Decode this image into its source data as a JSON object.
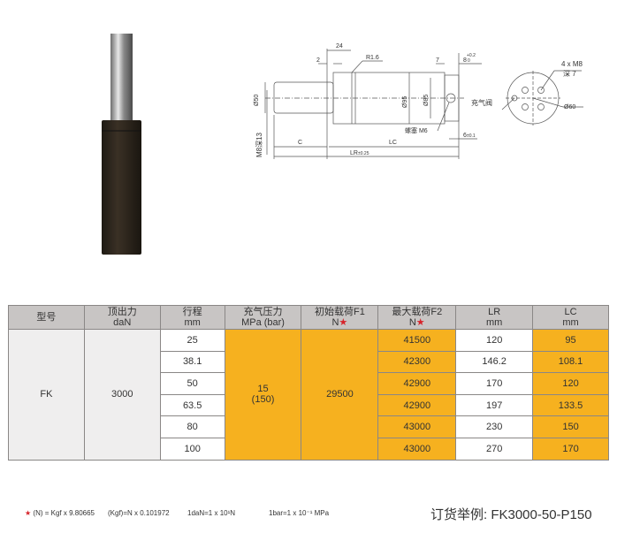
{
  "drawing": {
    "dim_24": "24",
    "dim_2": "2",
    "r16": "R1.6",
    "dim_7": "7",
    "dim_8": "8",
    "dim_8_tol_upper": "+0.2",
    "dim_8_tol_lower": "0",
    "d50": "Ø50",
    "d95": "Ø95",
    "d85": "Ø85",
    "m8_deep": "M8深13",
    "plug": "螺塞 M6",
    "dim_6": "6",
    "dim_6_tol": "±0.1",
    "c": "C",
    "lc": "LC",
    "lr": "LR",
    "lr_tol": "±0.25",
    "holes": "4 x M8",
    "hole_depth": "深 7",
    "valve": "充气阀",
    "d60": "Ø60"
  },
  "table": {
    "headers": [
      {
        "l1": "型号",
        "l2": ""
      },
      {
        "l1": "顶出力",
        "l2": "daN"
      },
      {
        "l1": "行程",
        "l2": "mm"
      },
      {
        "l1": "充气压力",
        "l2": "MPa (bar)"
      },
      {
        "l1": "初始载荷F1",
        "l2": "N",
        "star": "★"
      },
      {
        "l1": "最大载荷F2",
        "l2": "N",
        "star": "★"
      },
      {
        "l1": "LR",
        "l2": "mm"
      },
      {
        "l1": "LC",
        "l2": "mm"
      }
    ],
    "model": "FK",
    "force": "3000",
    "pressure_l1": "15",
    "pressure_l2": "(150)",
    "f1": "29500",
    "rows": [
      {
        "stroke": "25",
        "f2": "41500",
        "lr": "120",
        "lc": "95"
      },
      {
        "stroke": "38.1",
        "f2": "42300",
        "lr": "146.2",
        "lc": "108.1"
      },
      {
        "stroke": "50",
        "f2": "42900",
        "lr": "170",
        "lc": "120"
      },
      {
        "stroke": "63.5",
        "f2": "42900",
        "lr": "197",
        "lc": "133.5"
      },
      {
        "stroke": "80",
        "f2": "43000",
        "lr": "230",
        "lc": "150"
      },
      {
        "stroke": "100",
        "f2": "43000",
        "lr": "270",
        "lc": "170"
      }
    ]
  },
  "footer": {
    "star": "★",
    "n1": "(N) = Kgf x 9.80665",
    "n2": "(Kgf)=N x 0.101972",
    "n3": "1daN=1 x 10¹N",
    "n4": "1bar=1 x 10⁻¹ MPa",
    "order": "订货举例:  FK3000-50-P150"
  },
  "colors": {
    "orange": "#f6b11f",
    "header": "#c8c5c4",
    "star": "#d6232a"
  }
}
